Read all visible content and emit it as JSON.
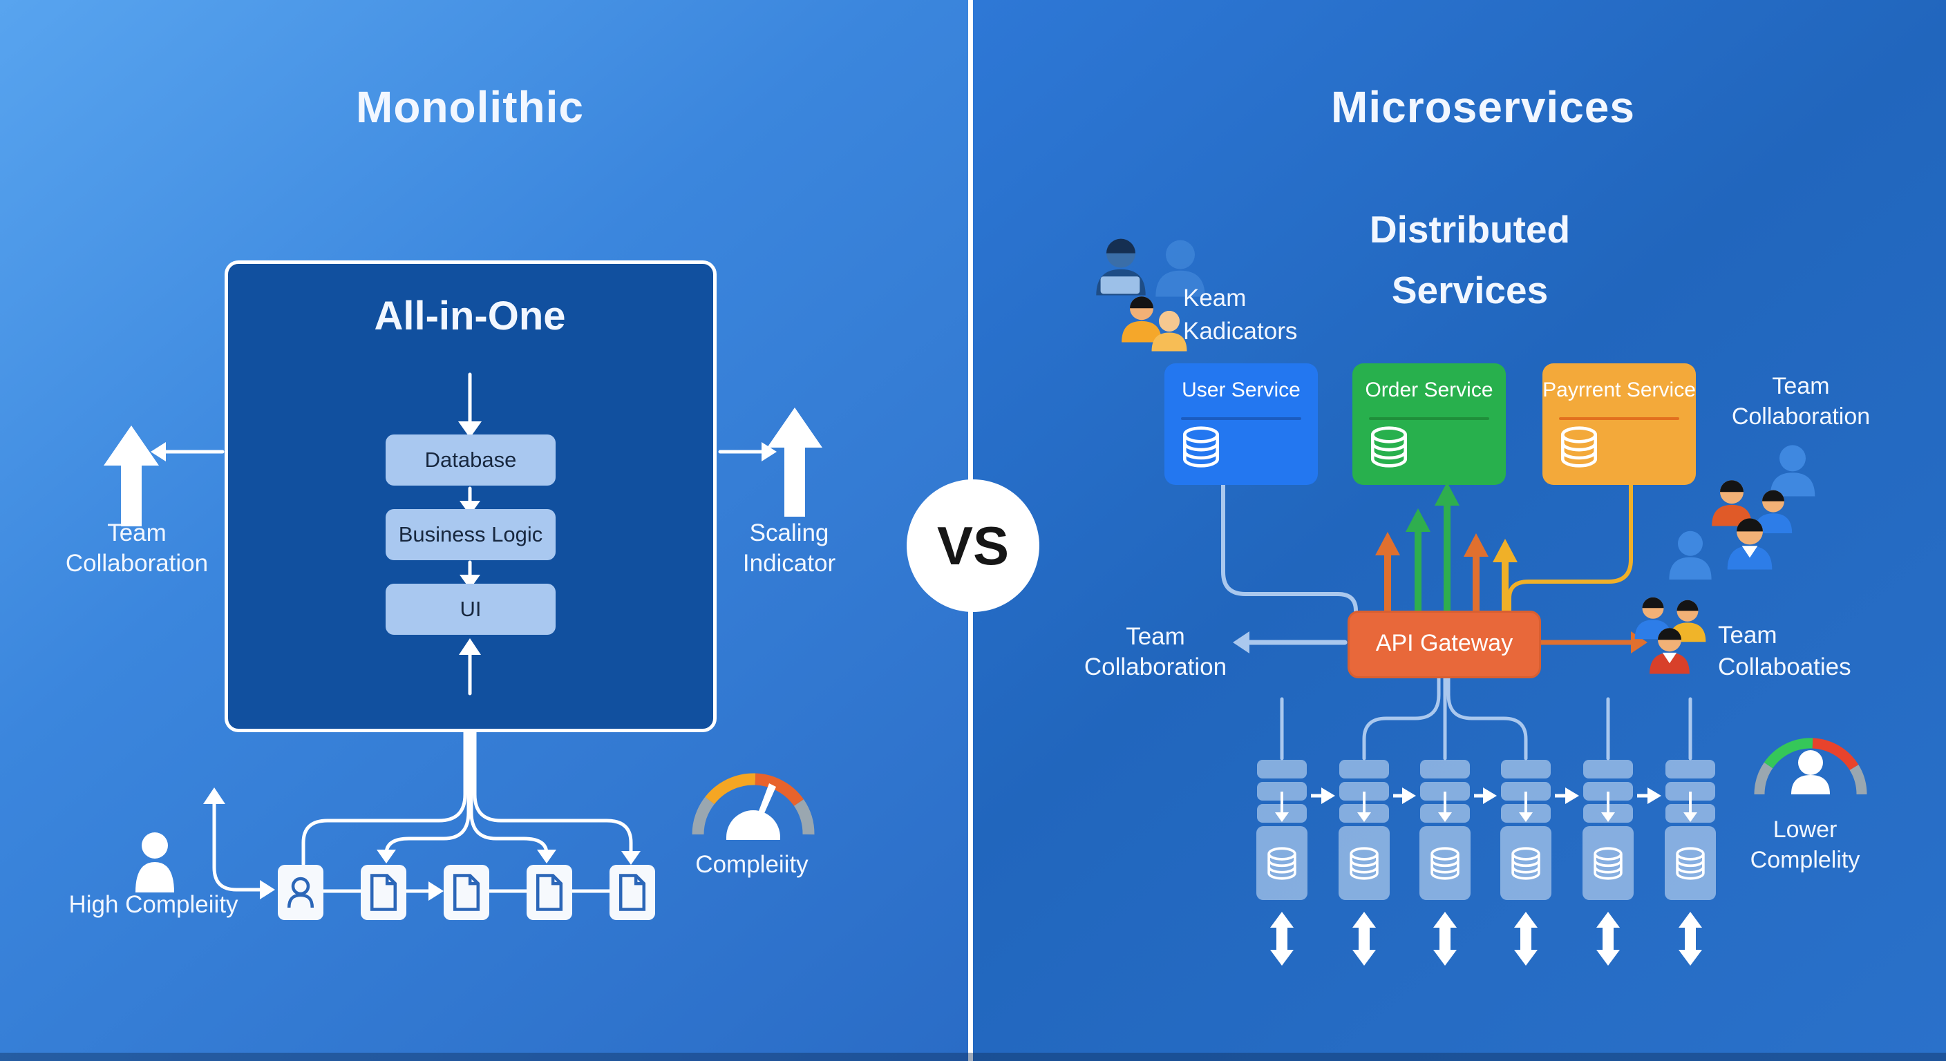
{
  "colors": {
    "divider": "#ffffff",
    "mono-box": "#11509f",
    "layer-box": "#a9c8f0",
    "layer-text": "#18283f",
    "doc-box": "#f6f9fd",
    "doc-icon": "#2b66b8",
    "user-service": "#2377f0",
    "user-divider": "#1b5cc0",
    "order-service": "#28b04d",
    "order-divider": "#1f8f3a",
    "payment-service": "#f3a93a",
    "payment-divider": "#e2701e",
    "api-gateway": "#e8683a",
    "connector-light": "#aac8ee",
    "arrow-orange": "#e0702e",
    "arrow-green": "#2fae4e",
    "arrow-amber": "#f0b028",
    "gauge-gray": "#9aa7b0",
    "gauge-amber": "#f5a623",
    "gauge-orange": "#e8632c",
    "gauge-green": "#35c759",
    "gauge-red": "#e8432c",
    "grid-box": "rgba(214,230,248,0.55)"
  },
  "icons": {
    "database-icon": "cylinder outline",
    "document-icon": "file with folded corner",
    "person-icon": "head and shoulders silhouette",
    "gauge-icon": "semicircular speedometer arc",
    "arrow-icon": "directional arrow"
  },
  "left": {
    "title": "Monolithic",
    "box_title": "All-in-One",
    "layers": [
      "Database",
      "Business Logic",
      "UI"
    ],
    "team_collaboration": [
      "Team",
      "Collaboration"
    ],
    "scaling_indicator": [
      "Scaling",
      "Indicator"
    ],
    "high_complexity": "High Compleiity",
    "gauge_label": "Compleiity"
  },
  "center": {
    "vs": "VS"
  },
  "right": {
    "title": "Microservices",
    "subtitle": [
      "Distributed",
      "Services"
    ],
    "team_indicators": [
      "Keam",
      "Kadicators"
    ],
    "services": [
      {
        "name": "User Service"
      },
      {
        "name": "Order Service"
      },
      {
        "name": "Payrrent Service"
      }
    ],
    "team_collaboration_top": [
      "Team",
      "Collaboration"
    ],
    "api_gateway": "API Gateway",
    "team_collaboration_left": [
      "Team",
      "Collaboration"
    ],
    "team_collaboaties": [
      "Team",
      "Collaboaties"
    ],
    "gauge_label": [
      "Lower",
      "Complelity"
    ]
  }
}
